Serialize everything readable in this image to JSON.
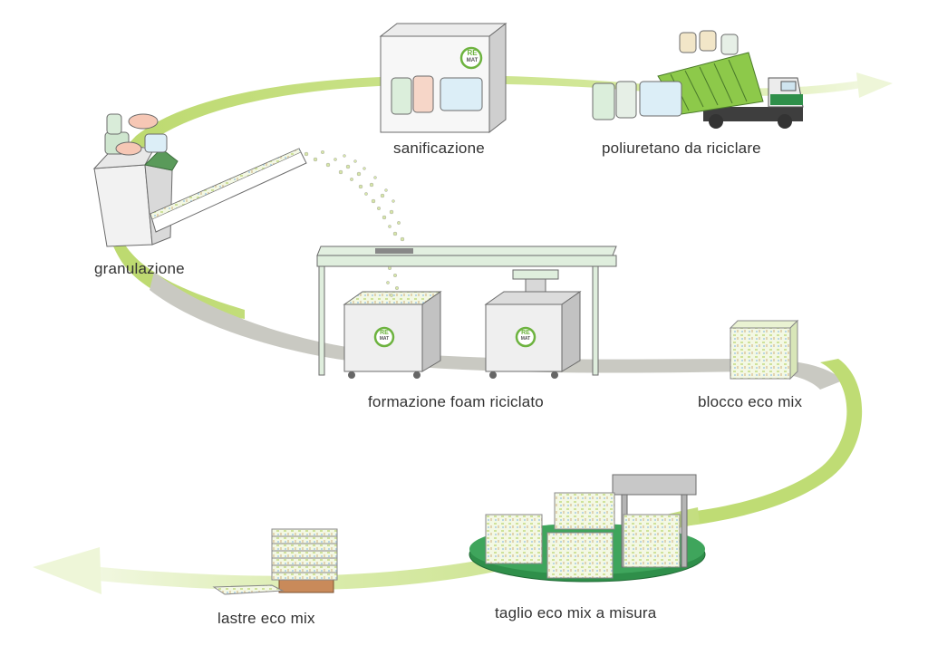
{
  "colors": {
    "flow_green_light": "#eef6d8",
    "flow_green": "#bfdc74",
    "flow_gray": "#c9c9c2",
    "machine_green": "#6aa84f",
    "table_green": "#dfeedd",
    "label_text": "#333333",
    "logo_green": "#6db33f"
  },
  "logo": {
    "line1": "RE",
    "line2": "MAT"
  },
  "steps": [
    {
      "id": "granulation",
      "label": "granulazione",
      "icon": "granulator-machine-icon"
    },
    {
      "id": "sanitization",
      "label": "sanificazione",
      "icon": "sanitization-chamber-icon"
    },
    {
      "id": "polyurethane",
      "label": "poliuretano da riciclare",
      "icon": "dump-truck-icon"
    },
    {
      "id": "foam-forming",
      "label": "formazione foam riciclato",
      "icon": "mixing-tanks-icon"
    },
    {
      "id": "eco-block",
      "label": "blocco eco mix",
      "icon": "foam-block-icon"
    },
    {
      "id": "cutting",
      "label": "taglio eco mix a misura",
      "icon": "cutting-machine-icon"
    },
    {
      "id": "sheets",
      "label": "lastre eco mix",
      "icon": "sheet-stack-pallet-icon"
    }
  ]
}
